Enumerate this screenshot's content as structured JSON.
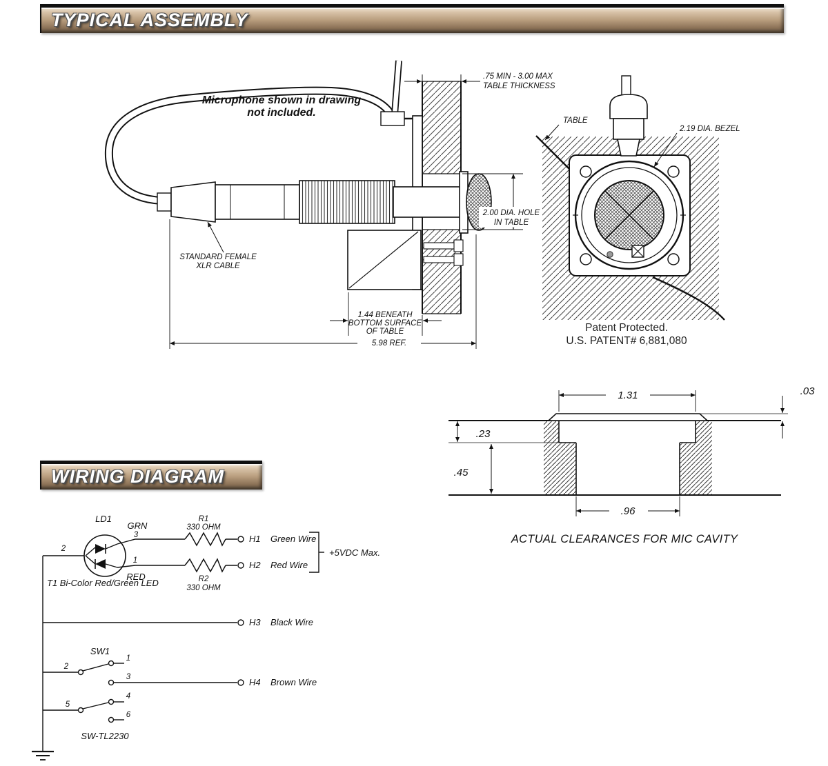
{
  "banners": {
    "typical_assembly": "TYPICAL ASSEMBLY",
    "wiring_diagram": "WIRING DIAGRAM"
  },
  "assembly": {
    "note1": "Microphone shown in drawing",
    "note2": "not included.",
    "thickness1": ".75 MIN - 3.00 MAX",
    "thickness2": "TABLE THICKNESS",
    "hole1": "2.00 DIA. HOLE",
    "hole2": "IN TABLE",
    "xlr1": "STANDARD FEMALE",
    "xlr2": "XLR CABLE",
    "beneath1": "1.44 BENEATH",
    "beneath2": "BOTTOM SURFACE",
    "beneath3": "OF TABLE",
    "ref": "5.98 REF.",
    "table": "TABLE",
    "bezel": "2.19 DIA. BEZEL",
    "patent1": "Patent Protected.",
    "patent2": "U.S. PATENT# 6,881,080"
  },
  "clearances": {
    "d03": ".03",
    "d131": "1.31",
    "d23": ".23",
    "d45": ".45",
    "d96": ".96",
    "caption": "ACTUAL CLEARANCES FOR MIC CAVITY"
  },
  "wiring": {
    "ld1": "LD1",
    "pin2": "2",
    "grn": "GRN",
    "pin3": "3",
    "pin1": "1",
    "red": "RED",
    "r1": "R1",
    "r1_val": "330 OHM",
    "r2": "R2",
    "r2_val": "330 OHM",
    "h1": "H1",
    "h1_wire": "Green Wire",
    "h2": "H2",
    "h2_wire": "Red Wire",
    "vdc": "+5VDC Max.",
    "t1": "T1 Bi-Color  Red/Green LED",
    "h3": "H3",
    "h3_wire": "Black Wire",
    "sw1": "SW1",
    "sw_pin2": "2",
    "sw_pin1": "1",
    "sw_pin3": "3",
    "sw_pin5": "5",
    "sw_pin4": "4",
    "sw_pin6": "6",
    "h4": "H4",
    "h4_wire": "Brown Wire",
    "sw_model": "SW-TL2230"
  }
}
